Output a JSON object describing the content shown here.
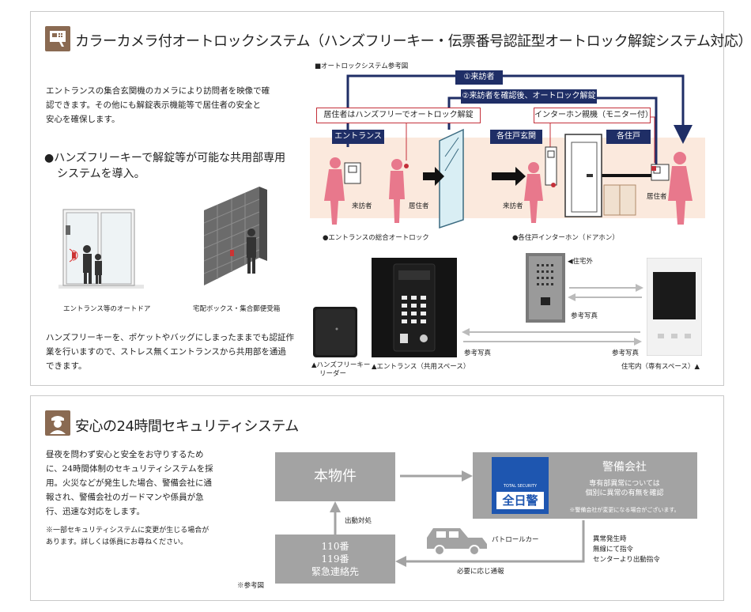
{
  "section1": {
    "title": "カラーカメラ付オートロックシステム（ハンズフリーキー・伝票番号認証型オートロック解錠システム対応）",
    "intro": [
      "エントランスの集合玄関機のカメラにより訪問者を映像で確",
      "認できます。その他にも解錠表示機能等で居住者の安全と",
      "安心を確保します。"
    ],
    "bullet": [
      "●ハンズフリーキーで解錠等が可能な共用部専用",
      "システムを導入。"
    ],
    "cap_autodoor": "エントランス等のオートドア",
    "cap_delivery": "宅配ボックス・集合郵便受箱",
    "body2": [
      "ハンズフリーキーを、ポケットやバッグにしまったままでも認証作",
      "業を行いますので、ストレス無くエントランスから共用部を通過",
      "できます。"
    ],
    "diagram": {
      "title": "■オートロックシステム参考図",
      "visitor_tag": "①来訪者",
      "unlock_tag": "②来訪者を確認後、オートロック解錠",
      "note_handsfree": "居住者はハンズフリーでオートロック解錠",
      "note_intercom": "インターホン親機（モニター付）",
      "zone_entrance": "エントランス",
      "zone_door": "各住戸玄関",
      "zone_unit": "各住戸",
      "label_visitor1": "来訪者",
      "label_resident1": "居住者",
      "label_visitor2": "来訪者",
      "label_resident2": "居住者",
      "cap_autolock": "●エントランスの総合オートロック",
      "cap_doorphone": "●各住戸インターホン（ドアホン）"
    },
    "photos": {
      "outside": "◀住宅外",
      "ref1": "参考写真",
      "ref2": "参考写真",
      "ref3": "参考写真",
      "reader": [
        "▲ハンズフリーキー",
        "リーダー"
      ],
      "entrance": "▲エントランス（共用スペース）",
      "inside": "住宅内（専有スペース）▲"
    }
  },
  "section2": {
    "title": "安心の24時間セキュリティシステム",
    "body": [
      "昼夜を問わず安心と安全をお守りするため",
      "に、24時間体制のセキュリティシステムを採",
      "用。火災などが発生した場合、警備会社に通",
      "報され、警備会社のガードマンや係員が急",
      "行、迅速な対応をします。"
    ],
    "note": [
      "※一部セキュリティシステムに変更が生じる場合が",
      "あります。詳しくは係員にお尋ねください。"
    ],
    "ref_note": "※参考図",
    "property": "本物件",
    "company": "警備会社",
    "company_sub": [
      "専有部異常については",
      "個別に異常の有無を確認"
    ],
    "company_note": "※警備会社が変更になる場合がございます。",
    "logo_small": "TOTAL SECURITY",
    "logo": "全日警",
    "emergency": [
      "110番",
      "119番",
      "緊急連絡先"
    ],
    "dispatch": "出動対処",
    "patrol": "パトロールカー",
    "report": "必要に応じ通報",
    "anomaly": [
      "異常発生時",
      "無線にて指令",
      "センターより出動指令"
    ]
  },
  "colors": {
    "accent": "#1f2e66",
    "pink": "#e8788c",
    "brown": "#8a6a52",
    "gray": "#a3a3a3",
    "red": "#c4303a"
  }
}
